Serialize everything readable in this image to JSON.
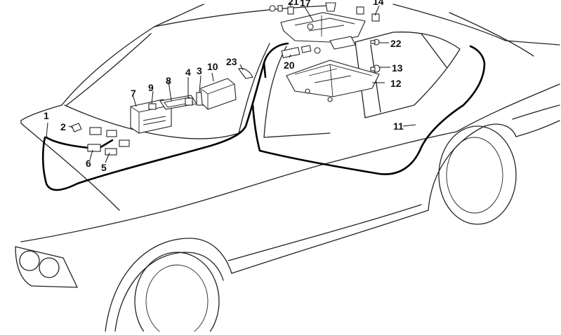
{
  "diagram": {
    "callouts": [
      {
        "id": "c1",
        "label": "1"
      },
      {
        "id": "c2",
        "label": "2"
      },
      {
        "id": "c3",
        "label": "3"
      },
      {
        "id": "c4",
        "label": "4"
      },
      {
        "id": "c5",
        "label": "5"
      },
      {
        "id": "c6",
        "label": "6"
      },
      {
        "id": "c7",
        "label": "7"
      },
      {
        "id": "c8",
        "label": "8"
      },
      {
        "id": "c9",
        "label": "9"
      },
      {
        "id": "c10",
        "label": "10"
      },
      {
        "id": "c11",
        "label": "11"
      },
      {
        "id": "c12",
        "label": "12"
      },
      {
        "id": "c13",
        "label": "13"
      },
      {
        "id": "c14",
        "label": "14"
      },
      {
        "id": "c17",
        "label": "17"
      },
      {
        "id": "c20",
        "label": "20"
      },
      {
        "id": "c21",
        "label": "21"
      },
      {
        "id": "c22",
        "label": "22"
      },
      {
        "id": "c23",
        "label": "23"
      }
    ]
  }
}
